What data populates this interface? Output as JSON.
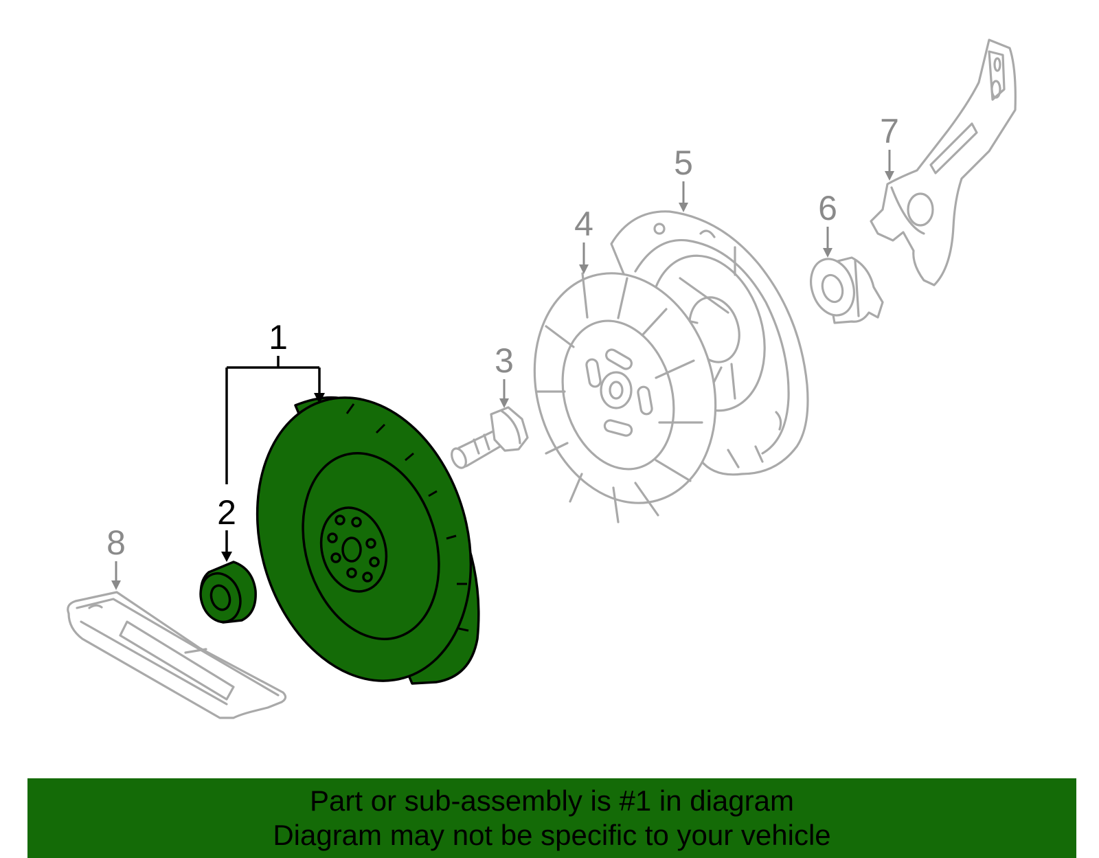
{
  "callouts": [
    {
      "number": "1",
      "highlighted": true
    },
    {
      "number": "2",
      "highlighted": false
    },
    {
      "number": "3",
      "highlighted": false
    },
    {
      "number": "4",
      "highlighted": false
    },
    {
      "number": "5",
      "highlighted": false
    },
    {
      "number": "6",
      "highlighted": false
    },
    {
      "number": "7",
      "highlighted": false
    },
    {
      "number": "8",
      "highlighted": false
    }
  ],
  "banner": {
    "line1": "Part or sub-assembly is #1 in diagram",
    "line2": "Diagram may not be specific to your vehicle"
  },
  "colors": {
    "highlight": "#146b07",
    "ghost": "#a9a9a9",
    "banner": "#146b07"
  }
}
